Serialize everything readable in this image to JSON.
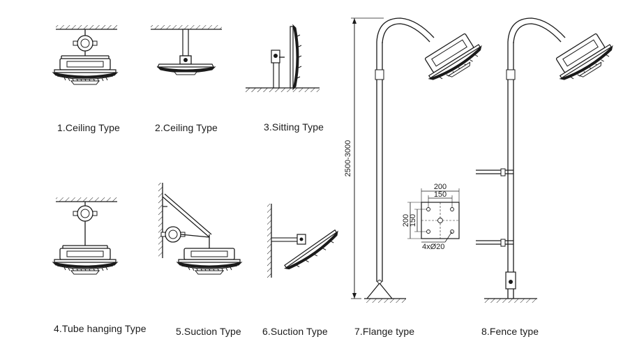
{
  "captions": {
    "ceiling_1": "1.Ceiling  Type",
    "ceiling_2": "2.Ceiling  Type",
    "sitting_3": "3.Sitting  Type",
    "tube_hanging_4": "4.Tube hanging Type",
    "suction_5": "5.Suction Type",
    "suction_6": "6.Suction Type",
    "flange_7": "7.Flange type",
    "fence_8": "8.Fence type"
  },
  "dimensions": {
    "height_range": "2500-3000",
    "flange_width_outer": "200",
    "flange_width_inner": "150",
    "flange_height_outer": "200",
    "flange_height_inner": "150",
    "bolt_holes": "4xØ20"
  },
  "colors": {
    "line": "#1a1a1a",
    "fixture_fill": "#ffffff",
    "gray": "#999999"
  }
}
